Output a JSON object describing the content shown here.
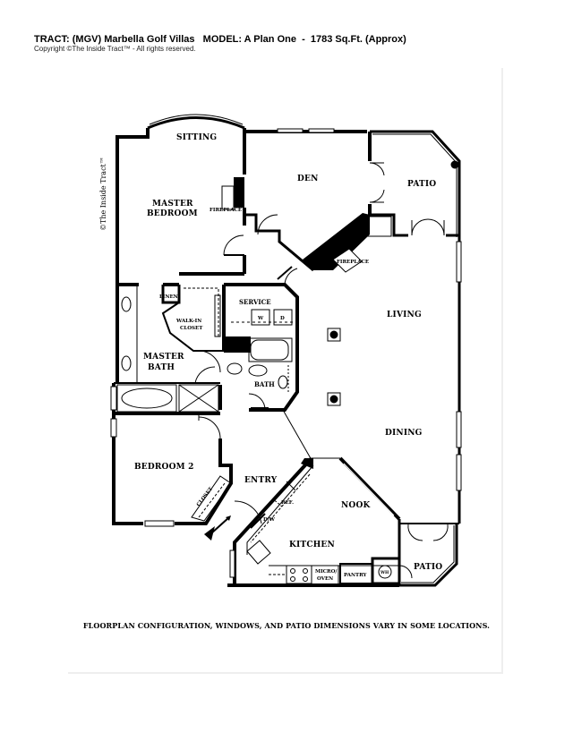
{
  "header": {
    "title": "TRACT: (MGV) Marbella Golf Villas   MODEL: A Plan One  -  1783 Sq.Ft. (Approx)",
    "copyright": "Copyright  ©The Inside Tract™ - All rights reserved."
  },
  "floorplan": {
    "watermark": "©The Inside Tract™",
    "rooms": {
      "sitting": "SITTING",
      "master_bedroom_1": "MASTER",
      "master_bedroom_2": "BEDROOM",
      "fireplace_master": "FIREPLACE",
      "den": "DEN",
      "patio_top": "PATIO",
      "fireplace_den": "FIREPLACE",
      "linen": "LINEN",
      "walkin_1": "WALK-IN",
      "walkin_2": "CLOSET",
      "service": "SERVICE",
      "washer": "W",
      "dryer": "D",
      "master_bath_1": "MASTER",
      "master_bath_2": "BATH",
      "bath": "BATH",
      "living": "LIVING",
      "dining": "DINING",
      "bedroom2": "BEDROOM 2",
      "closet": "CLOSET",
      "entry": "ENTRY",
      "ref": "REF.",
      "dw": "D/W",
      "nook": "NOOK",
      "kitchen": "KITCHEN",
      "micro_1": "MICRO/",
      "micro_2": "OVEN",
      "pantry": "PANTRY",
      "wh": "WH",
      "patio_bottom": "PATIO"
    }
  },
  "footer": {
    "note": "FLOORPLAN CONFIGURATION, WINDOWS, AND PATIO DIMENSIONS VARY IN SOME LOCATIONS."
  }
}
